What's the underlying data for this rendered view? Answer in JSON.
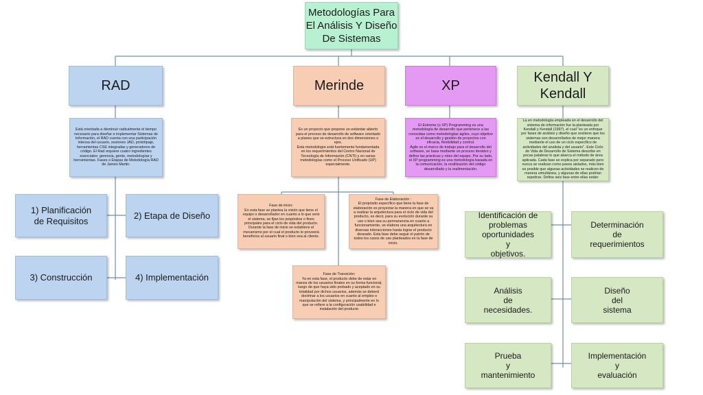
{
  "title": "Metodologías Para\nEl Análisis Y Diseño\nDe Sistemas",
  "rad": {
    "label": "RAD",
    "desc": "Está orientada a disminuir radicalmente el tiempo necesario para diseñar e implementar Sistemas de Información, el RAD cuenta con una participación intensa del usuario, sesiones JAD, prototipaje, herramientas CSE integradas y generadores de código. El Rad requiere cuatro ingredientes esenciales: gerencia, gente, metodologías y herramientas. Fases o Etapas de Metodología RAD de James Martin.",
    "phases": [
      "1) Planificación de Requisitos",
      "2) Etapa de Diseño",
      "3) Construcción",
      "4) Implementación"
    ]
  },
  "merinde": {
    "label": "Merinde",
    "desc": "Es un proyecto que propone un estándar abierto para el proceso de desarrollo de software orientado a planes que se estructura en dos dimensiones o ejes.\nEsta metodología está fuertemente fundamentada en los requerimientos del Centro Nacional de Tecnología de Información (CNTI) y en varias metodologías como el Proceso Unificado (UP) especialmente.",
    "inicio": "Fase de inicio:\nEn esta fase se plantea la visión que tiene el equipo o desarrollador en cuanto a lo que será el sistema, se fijan los propósitos o fines principales para el ciclo de vida del producto. Durante la fase de inicio se establece el mecanismo por el cual el producto le proveerá beneficios al usuario final o bien sea al cliente.",
    "elaboracion": "Fase de Elaboración :\nEl propósito específico que tiene la fase de elaboración es proyectar la manera en que se va a realizar la arquitectura para el ciclo de vida del producto, es decir, para su evolución durante su uso o bien sea su permanencia en cuanto a funcionamiento, se elabora una arquitectura en diversas interacciones hasta lograr el producto deseado. Esta fase debe seguir el patrón de todos los casos de uso planteados en la fase de inicio.",
    "transicion": "Fase de Transición:\nYa en esta fase, el producto debe de estar en manos de los usuarios finales en su forma funcional, luego de que haya sido probado y aceptado en su totalidad por dichos usuarios, además se deberá doctrinar a los usuarios en cuanto al empleo o manipulación del sistema, y principalmente en lo que se refiere a la configuración usabilidad e instalación del producto"
  },
  "xp": {
    "label": "XP",
    "desc": "El Extreme (o XP) Programming es una metodología de desarrollo que pertenece a las conocidas como metodologías ágiles, cuyo objetivo es el desarrollo y gestión de proyectos con eficacia, flexibilidad y control.\nÁgile es el marco de trabajo para el desarrollo del software, se basa mediante un proceso iterativo y define las prácticas y roles del equipo. Por su lado, el XP programming es una metodología basada en la comunicación, la reutilización del código desarrollado y la realimentación."
  },
  "kendall": {
    "label": "Kendall Y\nKendall",
    "desc": "La en metodología empleada en el desarrollo del sistema de información fue la planteada por Kendall y Kendall (1997), el cual \"es un enfoque por fases de análisis y diseño que sostiene que los sistemas son desarrollados de mejor manera mediante el uso de un ciclo específico de actividades del analista y del usuario\". Este Ciclo de Vida de Desarrollo de Sistema describe en pocas palabras lo que abarca el método de área aplicada. Cada fase se explica por separado pero nunca se realizan como pasos aislados, más bien es posible que algunas actividades se realicen de manera simultánea, y algunas de ellas podrían repetirse. Define seis fase entre ellas están:",
    "phases": [
      "Identificación de\nproblemas\noportunidades\ny\nobjetivos.",
      "Determinación\nde\nrequerimientos",
      "Análisis\nde\nnecesidades.",
      "Diseño\ndel\nsistema",
      "Prueba\ny\nmantenimiento",
      "Implementación\ny\nevaluación"
    ]
  }
}
